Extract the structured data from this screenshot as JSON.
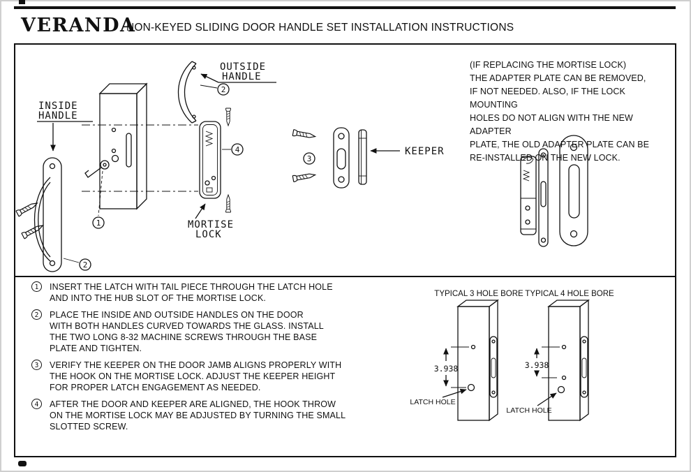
{
  "header": {
    "brand": "VERANDA",
    "title": "NON-KEYED SLIDING DOOR HANDLE SET INSTALLATION INSTRUCTIONS"
  },
  "diagram": {
    "inside_handle_label": [
      "INSIDE",
      "HANDLE"
    ],
    "outside_handle_label": [
      "OUTSIDE",
      "HANDLE"
    ],
    "mortise_lock_label": [
      "MORTISE",
      "LOCK"
    ],
    "keeper_label": "KEEPER",
    "callouts": {
      "one": "1",
      "two": "2",
      "three": "3",
      "four": "4"
    },
    "note": [
      "(IF REPLACING THE MORTISE LOCK)",
      "THE ADAPTER PLATE CAN BE REMOVED,",
      "IF NOT NEEDED. ALSO, IF THE LOCK MOUNTING",
      "HOLES DO NOT ALIGN WITH THE NEW ADAPTER",
      "PLATE, THE OLD ADAPTER PLATE CAN BE",
      "RE-INSTALLED ON THE NEW LOCK."
    ]
  },
  "instructions": {
    "steps": [
      {
        "num": "1",
        "lines": [
          "INSERT THE LATCH WITH TAIL PIECE THROUGH THE LATCH HOLE",
          "AND INTO THE HUB SLOT OF THE MORTISE LOCK."
        ]
      },
      {
        "num": "2",
        "lines": [
          "PLACE THE INSIDE AND OUTSIDE HANDLES ON THE DOOR",
          "WITH BOTH HANDLES CURVED TOWARDS THE GLASS. INSTALL",
          "THE TWO LONG 8-32 MACHINE SCREWS THROUGH THE BASE",
          "PLATE AND TIGHTEN."
        ]
      },
      {
        "num": "3",
        "lines": [
          "VERIFY THE KEEPER ON THE DOOR JAMB ALIGNS PROPERLY WITH",
          "THE HOOK ON THE MORTISE LOCK. ADJUST THE KEEPER HEIGHT",
          "FOR PROPER LATCH ENGAGEMENT AS NEEDED."
        ]
      },
      {
        "num": "4",
        "lines": [
          "AFTER THE DOOR AND KEEPER ARE ALIGNED, THE HOOK THROW",
          "ON THE MORTISE LOCK MAY BE ADJUSTED BY TURNING THE SMALL",
          "SLOTTED SCREW."
        ]
      }
    ]
  },
  "bore": {
    "left_title": "TYPICAL 3 HOLE BORE",
    "right_title": "TYPICAL 4 HOLE BORE",
    "dimension": "3.938",
    "latch_hole": "LATCH HOLE"
  }
}
